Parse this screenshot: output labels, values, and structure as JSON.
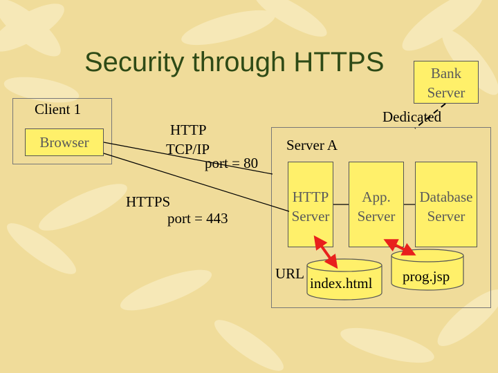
{
  "title": "Security through HTTPS",
  "bank_server": {
    "line1": "Bank",
    "line2": "Server"
  },
  "dedicated": "Dedicated",
  "client": {
    "label": "Client 1",
    "browser": "Browser"
  },
  "http_stack": {
    "http": "HTTP",
    "tcpip": "TCP/IP",
    "port": "port = 80"
  },
  "https_stack": {
    "https": "HTTPS",
    "port": "port = 443"
  },
  "server_a": {
    "label": "Server A",
    "http_server": {
      "line1": "HTTP",
      "line2": "Server"
    },
    "app_server": {
      "line1": "App.",
      "line2": "Server"
    },
    "database_server": {
      "line1": "Database",
      "line2": "Server"
    },
    "url": "URL",
    "index_file": "index.html",
    "prog_file": "prog.jsp"
  },
  "colors": {
    "title": "#2e4a16",
    "box_fill": "#fff06a",
    "arrow": "#e8201c",
    "background": "#f0dc9a"
  }
}
